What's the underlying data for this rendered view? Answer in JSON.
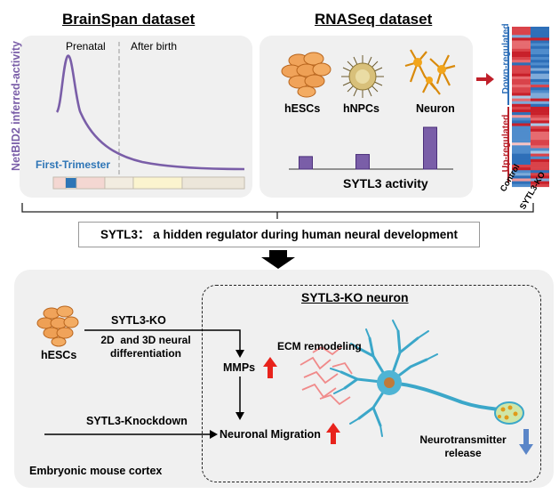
{
  "top": {
    "brainspan": {
      "title": "BrainSpan dataset",
      "ylabel": "NetBID2 inferred-activity",
      "prenatal": "Prenatal",
      "after_birth": "After birth",
      "first_trimester": "First-Trimester"
    },
    "rnaseq": {
      "title": "RNASeq dataset",
      "cells": [
        "hESCs",
        "hNPCs",
        "Neuron"
      ],
      "activity_values": [
        0.3,
        0.35,
        1.0
      ],
      "activity_label": "SYTL3 activity"
    },
    "heatmap": {
      "down_regulated": "Down-regulated",
      "up_regulated": "Up-regulated",
      "col_control": "Control",
      "col_ko": "SYTL3-KO"
    }
  },
  "summary": "SYTL3： a hidden regulator during human neural development",
  "bottom": {
    "hescs": "hESCs",
    "sytl3_ko": "SYTL3-KO",
    "differentiation": [
      "2D  and 3D neural",
      "differentiation"
    ],
    "mmps": "MMPs",
    "knockdown": "SYTL3-Knockdown",
    "neuronal_migration": "Neuronal Migration",
    "mouse_cortex": "Embryonic mouse cortex",
    "ko_neuron_title": "SYTL3-KO neuron",
    "ecm": "ECM remodeling",
    "neurotransmitter": [
      "Neurotransmitter",
      "release"
    ]
  },
  "colors": {
    "purple": "#7a5ea8",
    "panel": "#f0f0f0",
    "up_arrow": "#e8231c",
    "down_arrow": "#5b86c8",
    "first_trimester": "#2e75b6",
    "neuron": "#3ba7c9"
  }
}
